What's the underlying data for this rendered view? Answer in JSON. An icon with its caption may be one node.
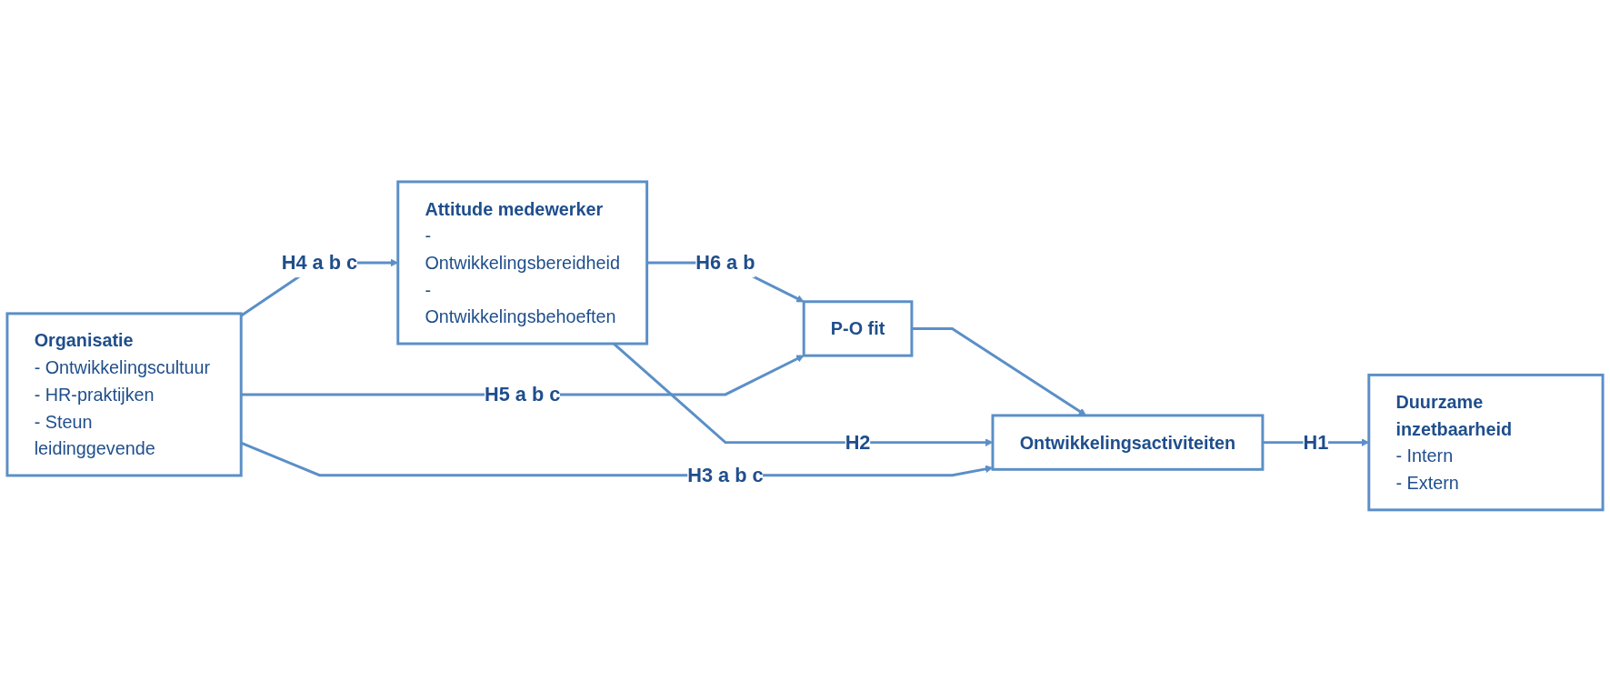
{
  "diagram": {
    "nodes": [
      {
        "text": [
          "Attitude medewerker",
          "- Ontwikkelingsbereidheid",
          "- Ontwikkelingsbehoeften"
        ]
      },
      {
        "text": [
          "Organisatie",
          "- Ontwikkelingscultuur",
          "- HR-praktijken",
          "- Steun leidinggevende"
        ]
      },
      {
        "text": [
          "P-O fit"
        ]
      },
      {
        "text": [
          "Ontwikkelingsactiviteiten"
        ]
      },
      {
        "text": [
          "Duurzame inzetbaarheid",
          "- Intern",
          "- Extern"
        ]
      }
    ],
    "edges": [
      {
        "from": 1,
        "to": 0,
        "arrow": "to",
        "label": "H4 a b c"
      },
      {
        "from": 0,
        "to": 2,
        "arrow": "to",
        "label": "H6 a b"
      },
      {
        "from": 1,
        "to": 2,
        "arrow": "to",
        "label": "H5 a b c"
      },
      {
        "from": 2,
        "to": 3,
        "arrow": "to"
      },
      {
        "from": 0,
        "to": 3,
        "arrow": "to",
        "label": "H2"
      },
      {
        "from": 1,
        "to": 3,
        "arrow": "to",
        "label": "H3 a b c"
      },
      {
        "from": 3,
        "to": 4,
        "arrow": "to",
        "label": "H1"
      }
    ]
  }
}
